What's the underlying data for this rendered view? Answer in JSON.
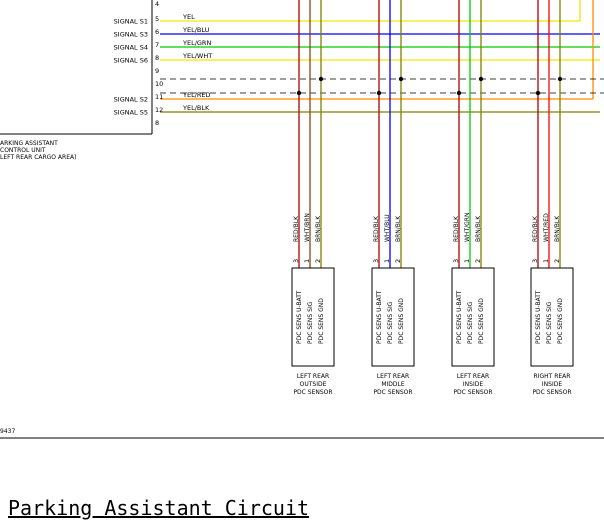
{
  "caption": "Parking Assistant Circuit",
  "figure_id": "9437",
  "control_unit": {
    "lines": [
      "ARKING ASSISTANT",
      "CONTROL UNIT",
      "LEFT REAR CARGO AREA)"
    ],
    "pins": [
      "4",
      "5",
      "6",
      "7",
      "8",
      "9",
      "10",
      "11",
      "12",
      "8"
    ]
  },
  "signals": [
    {
      "name": "SIGNAL S1",
      "pin": "5",
      "wire": "YEL",
      "color": "#f2e600"
    },
    {
      "name": "SIGNAL S3",
      "pin": "6",
      "wire": "YEL/BLU",
      "color": "#0000ff"
    },
    {
      "name": "SIGNAL S4",
      "pin": "7",
      "wire": "YEL/GRN",
      "color": "#00cc00"
    },
    {
      "name": "SIGNAL S6",
      "pin": "8",
      "wire": "YEL/WHT",
      "color": "#f2e600"
    },
    {
      "name": "SIGNAL S2",
      "pin": "11",
      "wire": "YEL/RED",
      "color": "#ff8c00"
    },
    {
      "name": "SIGNAL S5",
      "pin": "12",
      "wire": "YEL/BLK",
      "color": "#808000"
    }
  ],
  "sensor_pins": [
    "3",
    "1",
    "2"
  ],
  "sensor_pin_functions": [
    "PDC SENS U-BATT",
    "PDC SENS SIG",
    "PDC SENS GND"
  ],
  "sensors": [
    {
      "wires": [
        "RED/BLK",
        "WHT/BRN",
        "BRN/BLK"
      ],
      "wire_colors": [
        "#b00000",
        "#8b4513",
        "#808000"
      ],
      "label": [
        "LEFT REAR",
        "OUTSIDE",
        "PDC SENSOR"
      ]
    },
    {
      "wires": [
        "RED/BLK",
        "WHT/BLU",
        "BRN/BLK"
      ],
      "wire_colors": [
        "#b00000",
        "#0000ff",
        "#808000"
      ],
      "label": [
        "LEFT REAR",
        "MIDDLE",
        "PDC SENSOR"
      ]
    },
    {
      "wires": [
        "RED/BLK",
        "WHT/GRN",
        "BRN/BLK"
      ],
      "wire_colors": [
        "#b00000",
        "#00cc00",
        "#808000"
      ],
      "label": [
        "LEFT REAR",
        "INSIDE",
        "PDC SENSOR"
      ]
    },
    {
      "wires": [
        "RED/BLK",
        "WHT/RED",
        "BRN/BLK"
      ],
      "wire_colors": [
        "#b00000",
        "#ff0000",
        "#808000"
      ],
      "label": [
        "RIGHT REAR",
        "INSIDE",
        "PDC SENSOR"
      ]
    }
  ]
}
